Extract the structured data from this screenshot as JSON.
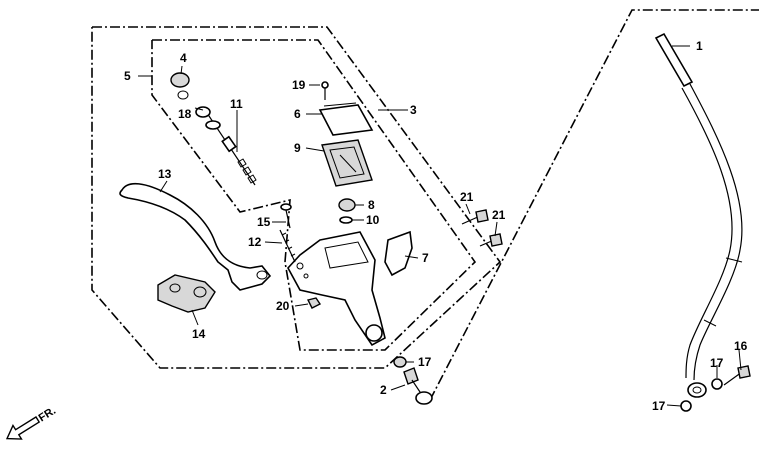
{
  "callouts": {
    "n1": "1",
    "n2": "2",
    "n3": "3",
    "n4": "4",
    "n5": "5",
    "n6": "6",
    "n7": "7",
    "n8": "8",
    "n9": "9",
    "n10": "10",
    "n11": "11",
    "n12": "12",
    "n13": "13",
    "n14": "14",
    "n15": "15",
    "n16": "16",
    "n17a": "17",
    "n17b": "17",
    "n17c": "17",
    "n18": "18",
    "n19": "19",
    "n20": "20",
    "n21a": "21",
    "n21b": "21"
  },
  "direction": {
    "label": "FR."
  }
}
